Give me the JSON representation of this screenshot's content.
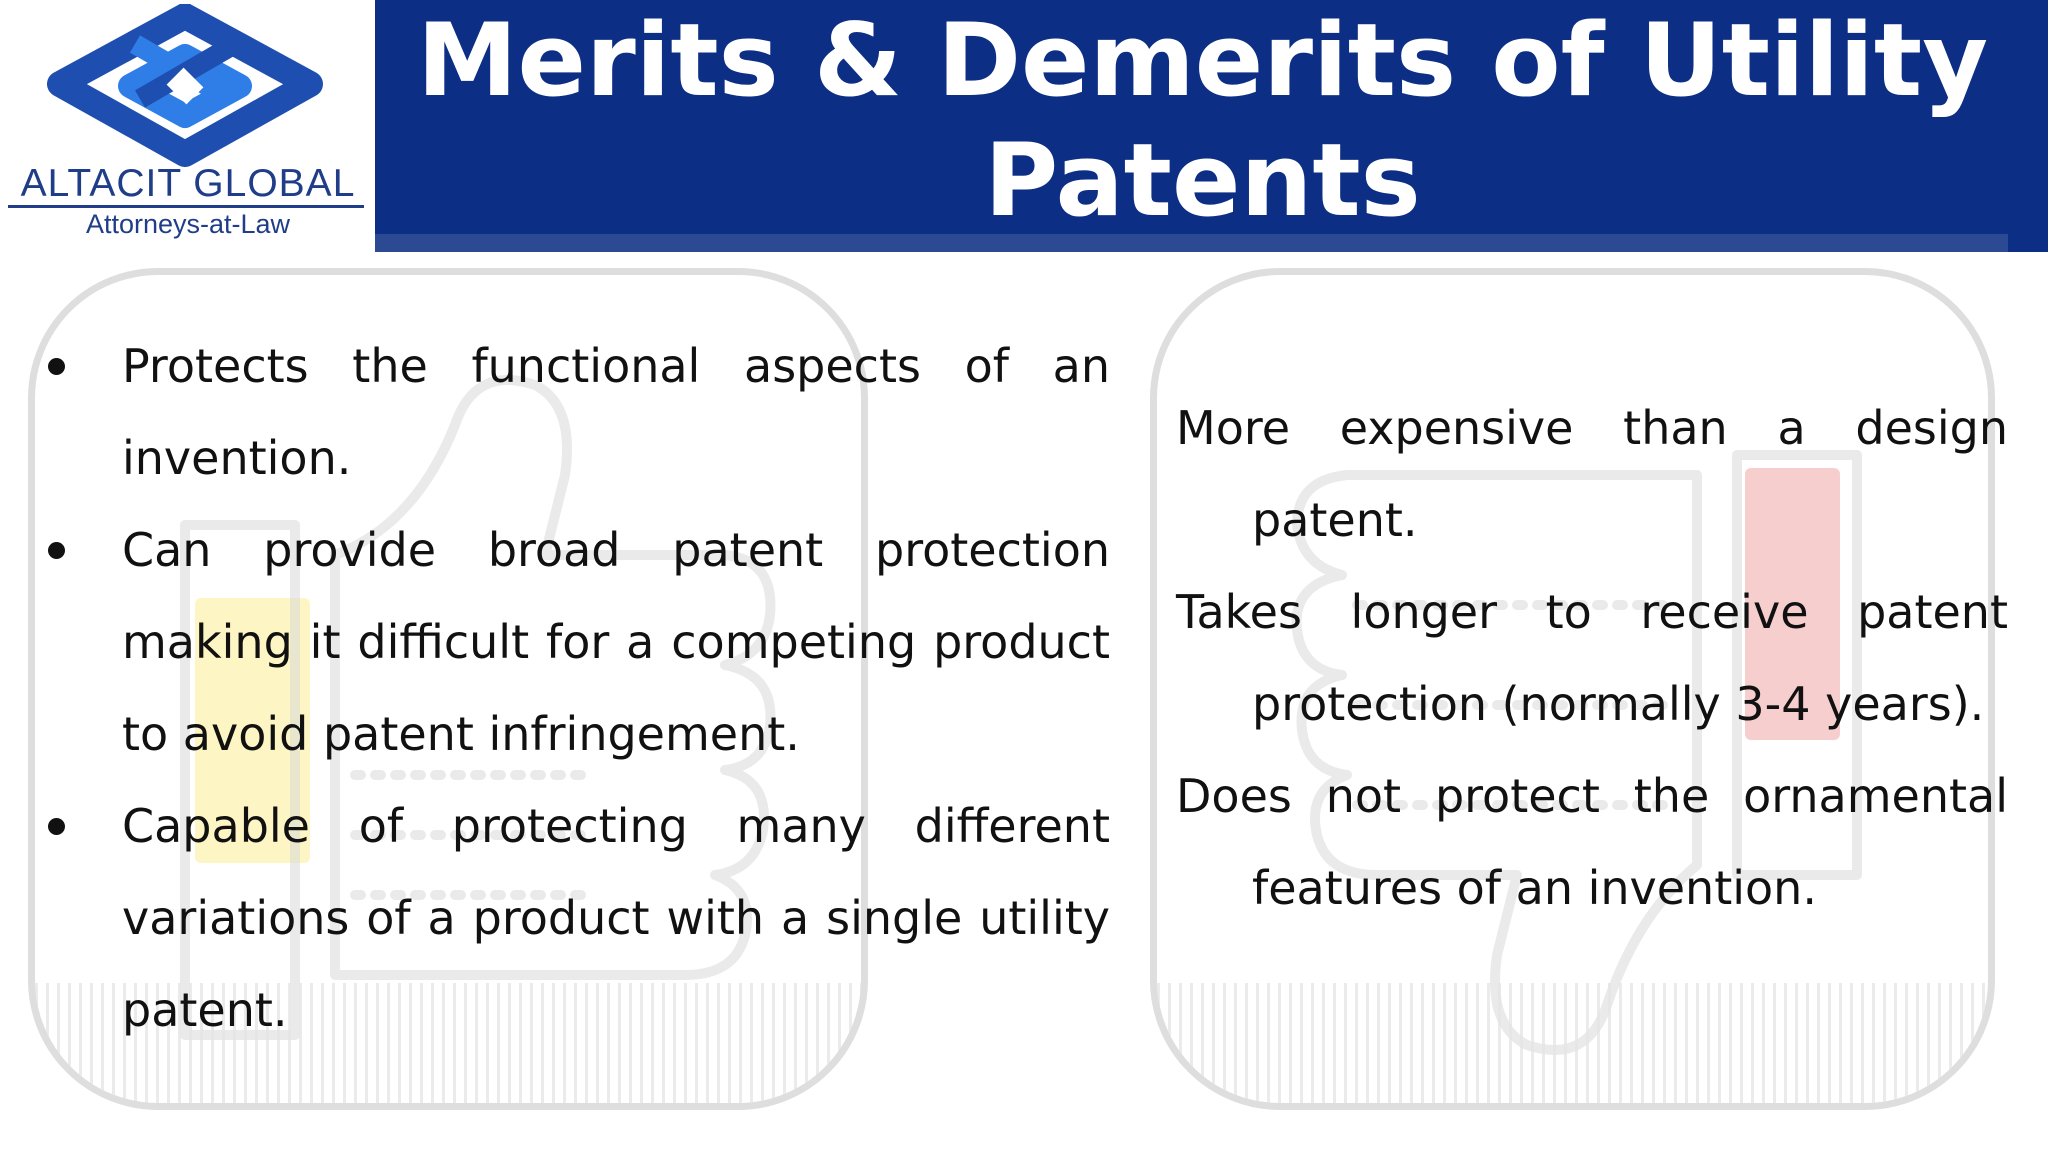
{
  "brand": {
    "name": "ALTACIT GLOBAL",
    "tagline": "Attorneys-at-Law",
    "logo_icon": "diamond-knot-logo-icon",
    "color_primary": "#0c2e84",
    "color_logo_blue": "#1e63d6"
  },
  "header": {
    "title": "Merits & Demerits of Utility Patents"
  },
  "merits": {
    "icon": "thumbs-up-icon",
    "items": [
      "Protects the functional aspects of an invention.",
      "Can provide broad patent protection making it difficult for a competing product to avoid patent infringement.",
      "Capable of protecting many different variations of a product with a single utility patent."
    ]
  },
  "demerits": {
    "icon": "thumbs-down-icon",
    "items": [
      "More expensive than a design patent.",
      "Takes longer to receive patent protection (normally 3-4 years).",
      "Does not protect the ornamental features of an invention."
    ]
  }
}
